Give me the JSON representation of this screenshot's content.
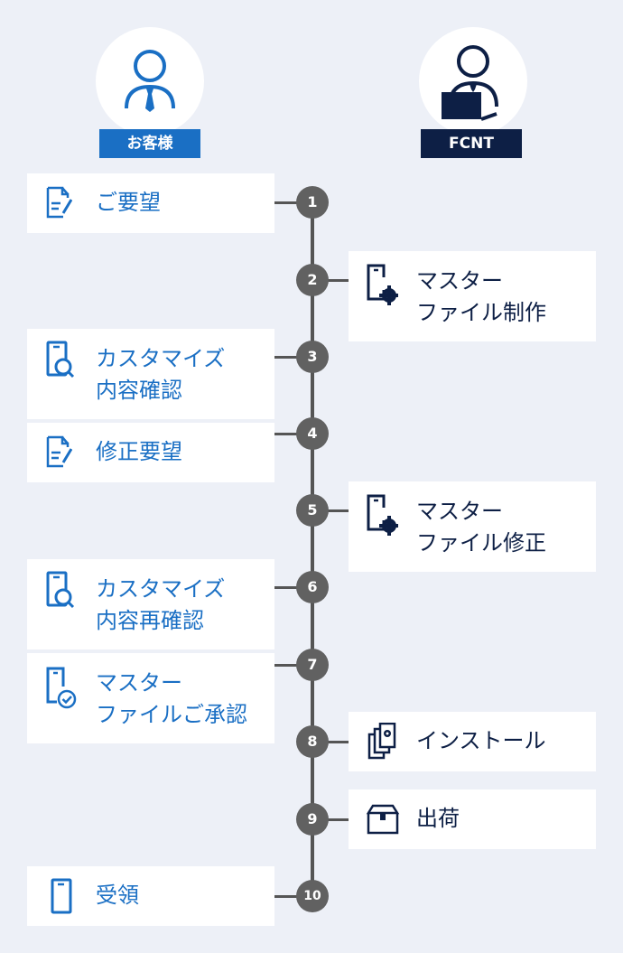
{
  "actors": {
    "customer": {
      "label": "お客様",
      "color": "#1a6fc4"
    },
    "fcnt": {
      "label": "FCNT",
      "color": "#0d1f45"
    }
  },
  "steps": [
    {
      "n": "1",
      "side": "customer",
      "icon": "document-pen-icon",
      "lines": [
        "ご要望"
      ]
    },
    {
      "n": "2",
      "side": "fcnt",
      "icon": "phone-gear-icon",
      "lines": [
        "マスター",
        "ファイル制作"
      ]
    },
    {
      "n": "3",
      "side": "customer",
      "icon": "phone-search-icon",
      "lines": [
        "カスタマイズ",
        "内容確認"
      ]
    },
    {
      "n": "4",
      "side": "customer",
      "icon": "document-pen-icon",
      "lines": [
        "修正要望"
      ]
    },
    {
      "n": "5",
      "side": "fcnt",
      "icon": "phone-gear-icon",
      "lines": [
        "マスター",
        "ファイル修正"
      ]
    },
    {
      "n": "6",
      "side": "customer",
      "icon": "phone-search-icon",
      "lines": [
        "カスタマイズ",
        "内容再確認"
      ]
    },
    {
      "n": "7",
      "side": "customer",
      "icon": "phone-check-icon",
      "lines": [
        "マスター",
        "ファイルご承認"
      ]
    },
    {
      "n": "8",
      "side": "fcnt",
      "icon": "multi-phone-gear-icon",
      "lines": [
        "インストール"
      ]
    },
    {
      "n": "9",
      "side": "fcnt",
      "icon": "box-icon",
      "lines": [
        "出荷"
      ]
    },
    {
      "n": "10",
      "side": "customer",
      "icon": "smartphone-icon",
      "lines": [
        "受領"
      ]
    }
  ]
}
